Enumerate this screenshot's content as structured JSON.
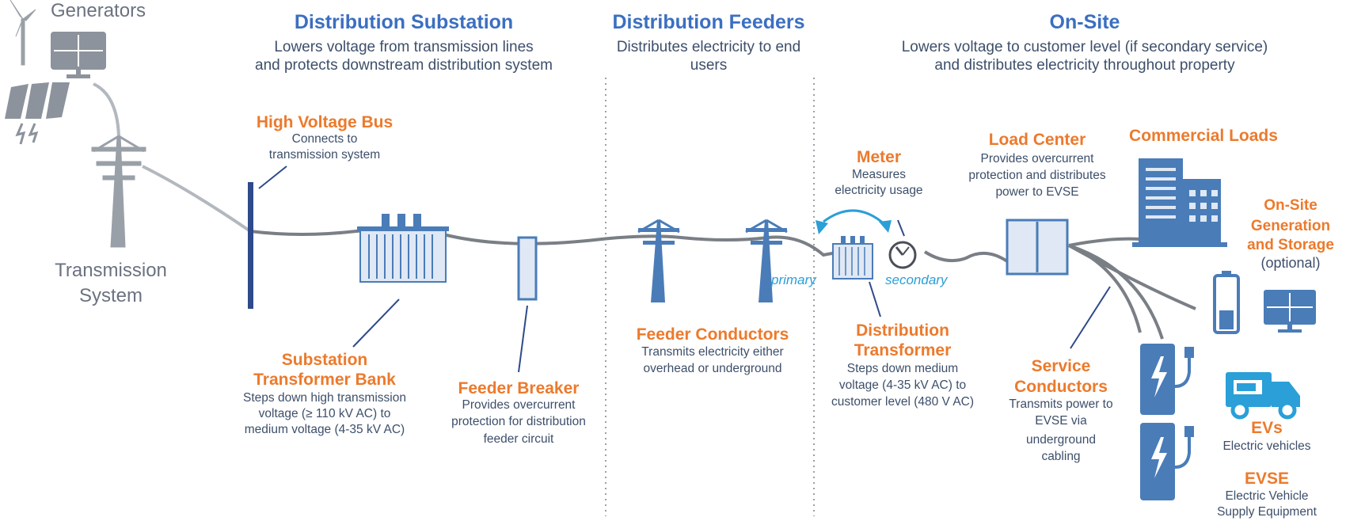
{
  "sections": {
    "substation": {
      "title": "Distribution Substation",
      "desc1": "Lowers voltage from transmission lines",
      "desc2": "and protects downstream distribution system"
    },
    "feeders": {
      "title": "Distribution Feeders",
      "desc1": "Distributes electricity to end",
      "desc2": "users"
    },
    "onsite": {
      "title": "On-Site",
      "desc1": "Lowers voltage to customer level (if secondary service)",
      "desc2": "and distributes electricity throughout property"
    }
  },
  "generators": {
    "label": "Generators"
  },
  "transmission": {
    "line1": "Transmission",
    "line2": "System"
  },
  "components": {
    "hv_bus": {
      "title": "High Voltage Bus",
      "desc1": "Connects to",
      "desc2": "transmission system"
    },
    "sub_transformer": {
      "title1": "Substation",
      "title2": "Transformer Bank",
      "desc1": "Steps down high transmission",
      "desc2": "voltage (≥ 110 kV AC) to",
      "desc3": "medium voltage (4-35 kV AC)"
    },
    "feeder_breaker": {
      "title": "Feeder Breaker",
      "desc1": "Provides overcurrent",
      "desc2": "protection for distribution",
      "desc3": "feeder circuit"
    },
    "feeder_conductors": {
      "title": "Feeder Conductors",
      "desc1": "Transmits electricity either",
      "desc2": "overhead or underground"
    },
    "meter": {
      "title": "Meter",
      "desc1": "Measures",
      "desc2": "electricity usage"
    },
    "dist_transformer": {
      "title1": "Distribution",
      "title2": "Transformer",
      "desc1": "Steps down medium",
      "desc2": "voltage (4-35 kV AC) to",
      "desc3": "customer level (480 V AC)"
    },
    "load_center": {
      "title": "Load Center",
      "desc1": "Provides overcurrent",
      "desc2": "protection and distributes",
      "desc3": "power to EVSE"
    },
    "commercial_loads": {
      "title": "Commercial Loads"
    },
    "onsite_gen": {
      "title1": "On-Site",
      "title2": "Generation",
      "title3": "and Storage",
      "desc": "(optional)"
    },
    "service_conductors": {
      "title1": "Service",
      "title2": "Conductors",
      "desc1": "Transmits power to",
      "desc2": "EVSE via",
      "desc3": "underground",
      "desc4": "cabling"
    },
    "evs": {
      "title": "EVs",
      "desc": "Electric vehicles"
    },
    "evse": {
      "title": "EVSE",
      "desc1": "Electric Vehicle",
      "desc2": "Supply Equipment"
    }
  },
  "labels": {
    "primary": "primary",
    "secondary": "secondary"
  },
  "colors": {
    "section_title": "#3b6fc1",
    "component_title": "#ec7a2c",
    "icon_blue": "#4a7cb8",
    "accent_blue": "#2a9fd8",
    "gray": "#9aa0a8"
  }
}
